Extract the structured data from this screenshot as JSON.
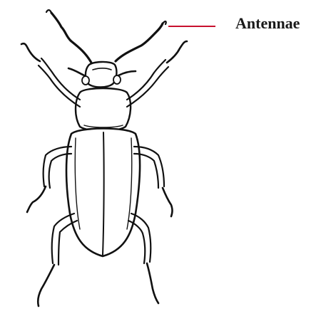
{
  "diagram": {
    "subject": "beetle",
    "labels": [
      {
        "id": "antennae",
        "text": "Antennae"
      }
    ],
    "colors": {
      "ink": "#111111",
      "leader_line": "#c8102e",
      "label_text": "#1a1a1a",
      "background": "#ffffff"
    }
  }
}
